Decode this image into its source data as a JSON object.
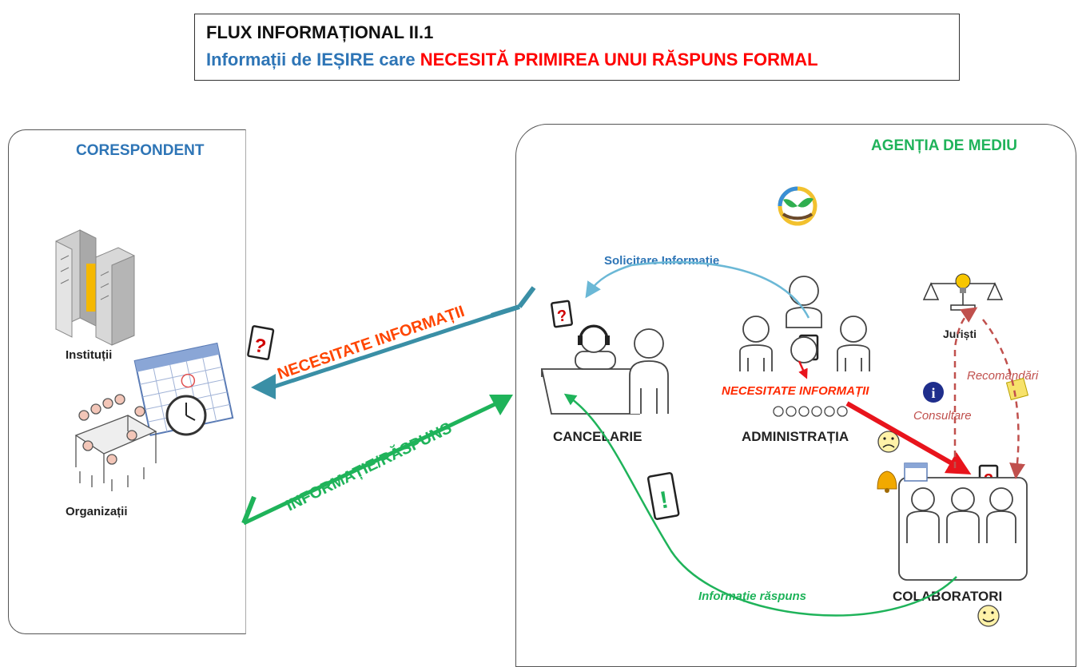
{
  "title": {
    "line1": "FLUX INFORMAȚIONAL II.1",
    "line2_part1": "Informații de IEȘIRE care ",
    "line2_part2": "NECESITĂ PRIMIREA UNUI RĂSPUNS FORMAL"
  },
  "left_panel": {
    "title": "CORESPONDENT",
    "institutions_label": "Instituții",
    "organizations_label": "Organizații"
  },
  "right_panel": {
    "title": "AGENȚIA DE MEDIU",
    "cancelarie_label": "CANCELARIE",
    "administratia_label": "ADMINISTRAȚIA",
    "juristi_label": "Juriști",
    "colaboratori_label": "COLABORATORI"
  },
  "flows": {
    "necesitate_outer": "NECESITATE INFORMAȚII",
    "informatie_raspuns_outer": "INFORMAȚIE/RĂSPUNS",
    "solicitare": "Solicitare Informație",
    "necesitate_inner": "NECESITATE INFORMAȚII",
    "recomandari": "Recomandări",
    "consultare": "Consultare",
    "informatie_raspuns_inner": "Informație răspuns"
  },
  "colors": {
    "title_blue": "#2E75B6",
    "title_red": "#FF0000",
    "corespondent_blue": "#2E75B6",
    "agentia_green": "#1FB35A",
    "arrow_orange": "#FF4500",
    "arrow_green": "#1FB35A",
    "arrow_teal": "#3A8FA6",
    "arrow_red": "#E8141C",
    "dashed_red": "#C0504D"
  },
  "icons": [
    "server-icon",
    "calendar-icon",
    "clock-icon",
    "meeting-icon",
    "question-tablet-icon",
    "exclamation-tablet-icon",
    "headset-icon",
    "person-icon",
    "logo-icon",
    "scale-icon",
    "info-icon",
    "sticky-note-icon",
    "bell-icon",
    "smiley-icon",
    "sad-icon"
  ]
}
